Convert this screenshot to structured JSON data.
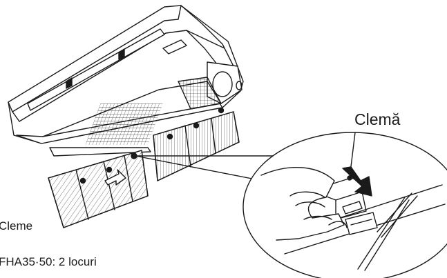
{
  "labels": {
    "clip_label": "Clemă",
    "clips_title": "Cleme",
    "clips_locations": "FHA35·50: 2 locuri"
  },
  "figure": {
    "line_color": "#1a1a1a",
    "background": "#ffffff",
    "parts": [
      "air-conditioner-unit",
      "air-filter-grille",
      "clip",
      "hand",
      "push-arrow-icon",
      "magnifier-circle"
    ]
  }
}
